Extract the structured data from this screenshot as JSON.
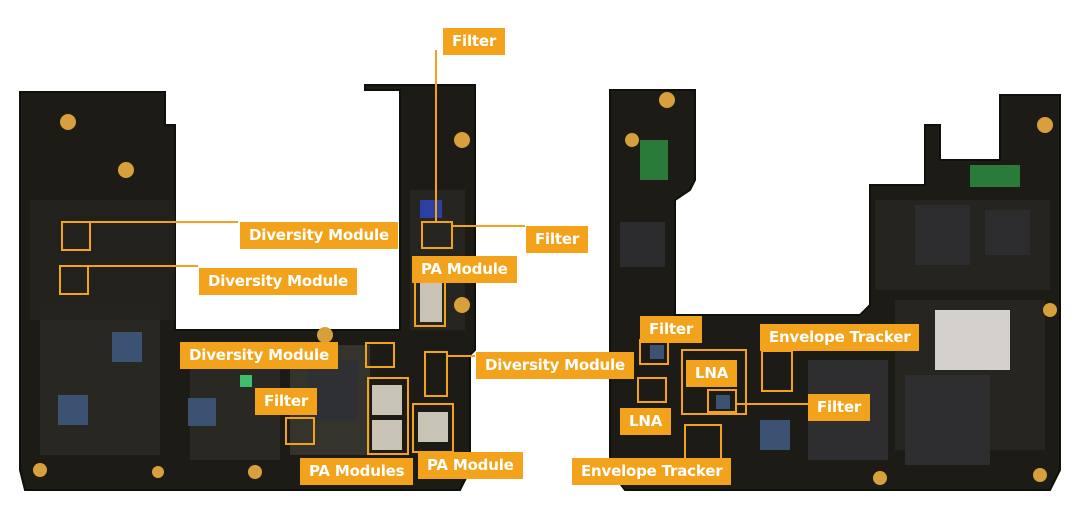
{
  "colors": {
    "background": "#ffffff",
    "pcb": "#1b1a14",
    "highlight": "#f2a31b",
    "label_text": "#ffffff"
  },
  "labels": {
    "filter_top": "Filter",
    "diversity_module_1": "Diversity Module",
    "filter_right": "Filter",
    "pa_module_1": "PA Module",
    "diversity_module_2": "Diversity Module",
    "diversity_module_3": "Diversity Module",
    "diversity_module_4": "Diversity Module",
    "filter_left_bottom": "Filter",
    "pa_modules": "PA Modules",
    "pa_module_2": "PA Module",
    "filter_board2_top": "Filter",
    "envelope_tracker_1": "Envelope Tracker",
    "lna_1": "LNA",
    "lna_2": "LNA",
    "filter_board2_mid": "Filter",
    "envelope_tracker_2": "Envelope Tracker"
  }
}
